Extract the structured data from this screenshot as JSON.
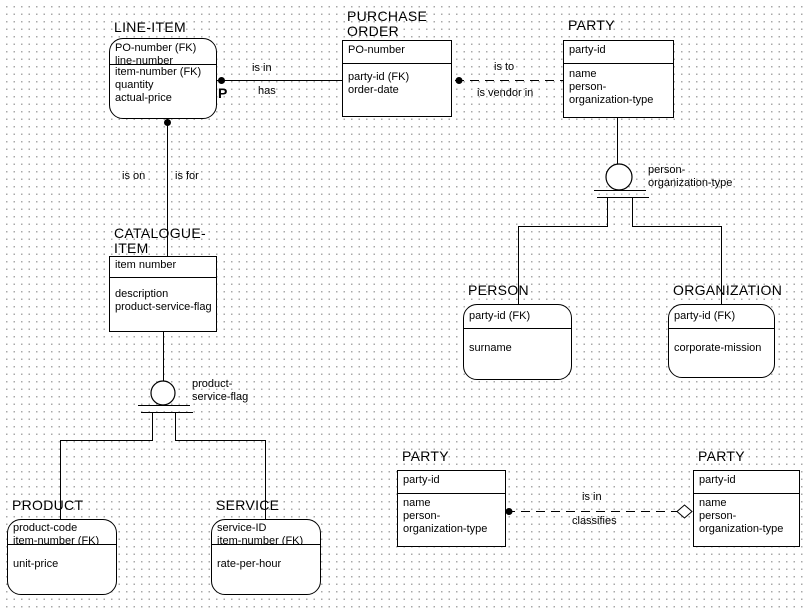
{
  "colors": {
    "line": "#000000",
    "background": "#ffffff",
    "grid_dot": "#a8a8a8"
  },
  "entities": {
    "line_item": {
      "title": "LINE-ITEM",
      "key": [
        "PO-number (FK)",
        "line-number"
      ],
      "attrs": [
        "item-number (FK)",
        "quantity",
        "actual-price"
      ]
    },
    "purchase_order": {
      "title_lines": [
        "PURCHASE",
        "ORDER"
      ],
      "key": [
        "PO-number"
      ],
      "attrs": [
        "party-id (FK)",
        "order-date"
      ]
    },
    "party": {
      "title": "PARTY",
      "key": [
        "party-id"
      ],
      "attrs": [
        "name",
        "person-",
        "organization-type"
      ]
    },
    "person": {
      "title": "PERSON",
      "key": [
        "party-id (FK)"
      ],
      "attrs": [
        "surname"
      ]
    },
    "organization": {
      "title": "ORGANIZATION",
      "key": [
        "party-id (FK)"
      ],
      "attrs": [
        "corporate-mission"
      ]
    },
    "catalogue_item": {
      "title_lines": [
        "CATALOGUE-",
        "ITEM"
      ],
      "key": [
        "item number"
      ],
      "attrs": [
        "description",
        "product-service-flag"
      ]
    },
    "product": {
      "title": "PRODUCT",
      "key": [
        "product-code",
        "item-number (FK)"
      ],
      "attrs": [
        "unit-price"
      ]
    },
    "service": {
      "title": "SERVICE",
      "key": [
        "service-ID",
        "item-number (FK)"
      ],
      "attrs": [
        "rate-per-hour"
      ]
    },
    "party_customer": {
      "title": "PARTY",
      "key": [
        "party-id"
      ],
      "attrs": [
        "name",
        "person-",
        "organization-type"
      ]
    },
    "party_classifier": {
      "title": "PARTY",
      "key": [
        "party-id"
      ],
      "attrs": [
        "name",
        "person-",
        "organization-type"
      ]
    }
  },
  "relationships": {
    "lineitem_po": {
      "label_top": "is in",
      "label_bottom": "has",
      "marker": "P"
    },
    "po_party": {
      "label_top": "is to",
      "label_bottom": "is vendor in"
    },
    "lineitem_catalogue": {
      "label_left": "is on",
      "label_right": "is for"
    },
    "party_party": {
      "label_top": "is in",
      "label_bottom": "classifies"
    }
  },
  "subtype_discriminators": {
    "party": {
      "label_lines": [
        "person-",
        "organization-type"
      ]
    },
    "catalogue": {
      "label_lines": [
        "product-",
        "service-flag"
      ]
    }
  }
}
